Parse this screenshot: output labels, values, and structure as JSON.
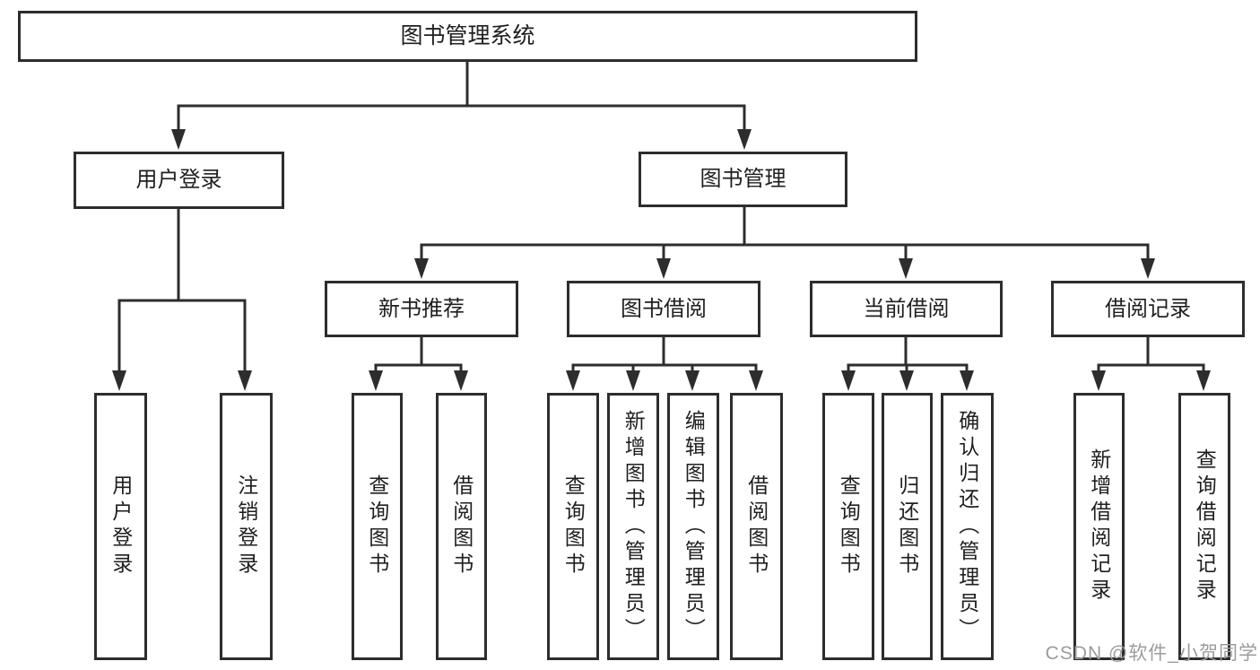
{
  "diagram": {
    "kind": "hierarchy-tree",
    "title": "图书管理系统"
  },
  "nodes": {
    "root": "图书管理系统",
    "user_login": "用户登录",
    "book_mgmt": "图书管理",
    "new_book_rec": "新书推荐",
    "book_borrow": "图书借阅",
    "current_borrow": "当前借阅",
    "borrow_record": "借阅记录",
    "leaf_user_login": "用户登录",
    "leaf_logout": "注销登录",
    "leaf_query_book_1": "查询图书",
    "leaf_borrow_book_1": "借阅图书",
    "leaf_query_book_2": "查询图书",
    "leaf_add_book": "新增图书（管理员）",
    "leaf_edit_book": "编辑图书（管理员）",
    "leaf_borrow_book_2": "借阅图书",
    "leaf_query_book_3": "查询图书",
    "leaf_return_book": "归还图书",
    "leaf_confirm_return": "确认归还（管理员）",
    "leaf_add_record": "新增借阅记录",
    "leaf_query_record": "查询借阅记录"
  },
  "hierarchy": {
    "图书管理系统": {
      "用户登录": [
        "用户登录",
        "注销登录"
      ],
      "图书管理": {
        "新书推荐": [
          "查询图书",
          "借阅图书"
        ],
        "图书借阅": [
          "查询图书",
          "新增图书（管理员）",
          "编辑图书（管理员）",
          "借阅图书"
        ],
        "当前借阅": [
          "查询图书",
          "归还图书",
          "确认归还（管理员）"
        ],
        "借阅记录": [
          "新增借阅记录",
          "查询借阅记录"
        ]
      }
    }
  },
  "colors": {
    "line": "#2d2d2d",
    "text": "#1f1f1f",
    "background": "#ffffff",
    "watermark": "#9c9c9c"
  },
  "watermark": "CSDN @软件_小贺同学"
}
